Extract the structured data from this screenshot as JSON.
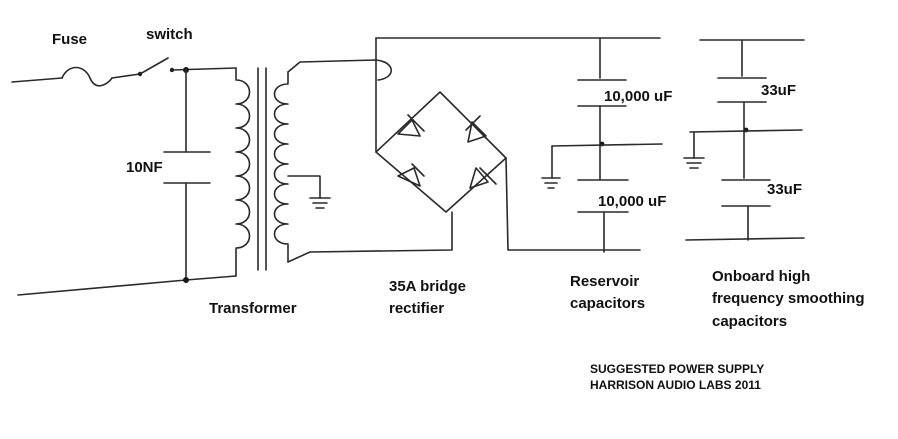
{
  "labels": {
    "fuse": "Fuse",
    "switch": "switch",
    "capacitor_10nf": "10NF",
    "transformer": "Transformer",
    "rectifier_line1": "35A bridge",
    "rectifier_line2": "rectifier",
    "cap_10000_top": "10,000 uF",
    "cap_10000_bottom": "10,000 uF",
    "reservoir_line1": "Reservoir",
    "reservoir_line2": "capacitors",
    "cap_33_top": "33uF",
    "cap_33_bottom": "33uF",
    "onboard_line1": "Onboard high",
    "onboard_line2": "frequency smoothing",
    "onboard_line3": "capacitors",
    "footer_line1": "SUGGESTED POWER SUPPLY",
    "footer_line2": "HARRISON AUDIO LABS 2011"
  },
  "colors": {
    "ink": "#2a2a2a",
    "background": "#ffffff"
  }
}
